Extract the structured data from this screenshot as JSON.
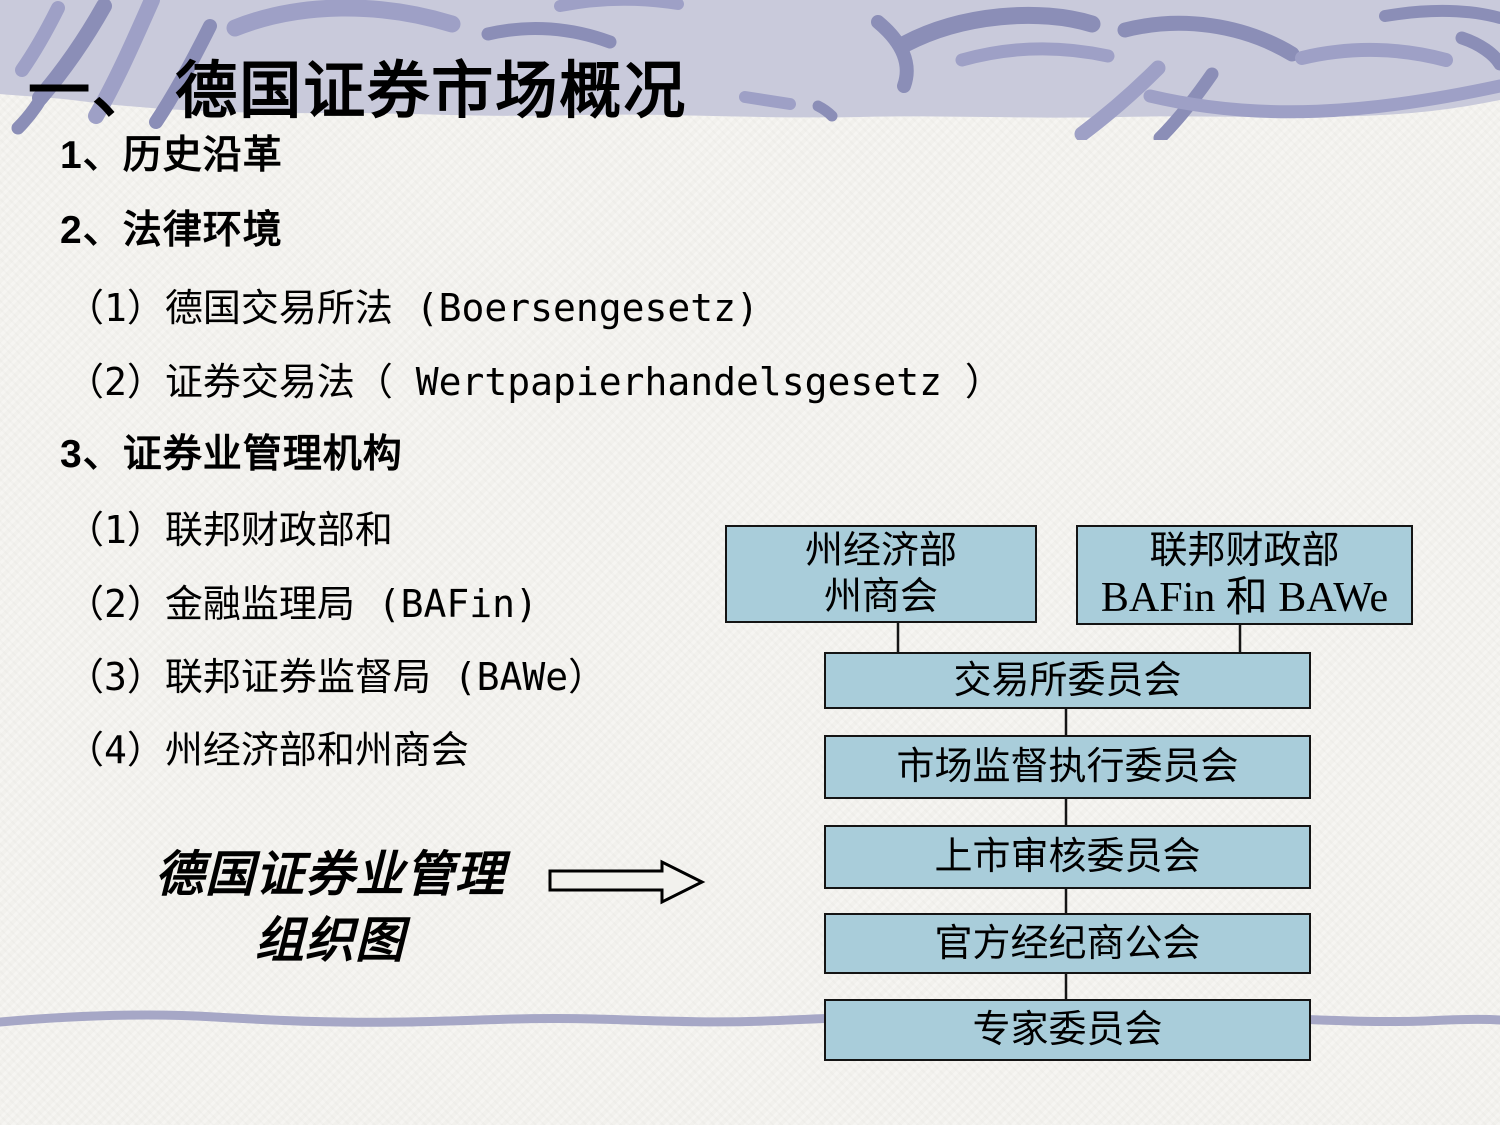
{
  "title": "一、 德国证券市场概况",
  "outline": [
    {
      "text": "1、历史沿革"
    },
    {
      "text": "2、法律环境"
    },
    {
      "text": "（1）德国交易所法 (Boersengesetz)"
    },
    {
      "text": "（2）证券交易法（ Wertpapierhandelsgesetz ）"
    },
    {
      "text": "3、证券业管理机构"
    },
    {
      "text": "（1）联邦财政部和"
    },
    {
      "text": "（2）金融监理局 (BAFin)"
    },
    {
      "text": "（3）联邦证券监督局 (BAWe）"
    },
    {
      "text": "（4）州经济部和州商会"
    }
  ],
  "caption": {
    "line1": "德国证券业管理",
    "line2": "组织图"
  },
  "org_chart": {
    "top_row": [
      {
        "line1": "州经济部",
        "line2": "州商会"
      },
      {
        "line1": "联邦财政部",
        "line2": "BAFin 和 BAWe"
      }
    ],
    "stack": [
      "交易所委员会",
      "市场监督执行委员会",
      "上市审核委员会",
      "官方经纪商公会",
      "专家委员会"
    ]
  },
  "colors": {
    "band_bg": "#c9cadb",
    "band_stroke": "#8b8eb7",
    "band_stroke_2": "#9ea0c6",
    "paper": "#f2f1ed",
    "box_fill": "#a9cdda",
    "box_border": "#141414",
    "wave": "#a6a7c6",
    "text": "#000000"
  }
}
